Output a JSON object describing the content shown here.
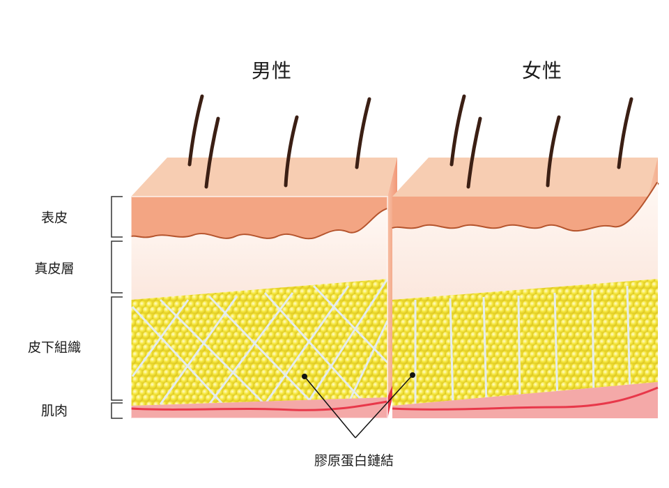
{
  "titles": {
    "male": "男性",
    "female": "女性"
  },
  "layers": {
    "epidermis": "表皮",
    "dermis": "真皮層",
    "subcutaneous": "皮下組織",
    "muscle": "肌肉"
  },
  "callout": "膠原蛋白鏈結",
  "colors": {
    "epidermis": "#f2a07e",
    "epidermis_top": "#f7c8aa",
    "dermis": "#fdf0ea",
    "fat": "#f3e331",
    "fat_highlight": "#fff7a0",
    "collagen": "#e8eef2",
    "muscle": "#e8384a",
    "hair": "#3b1f14"
  }
}
